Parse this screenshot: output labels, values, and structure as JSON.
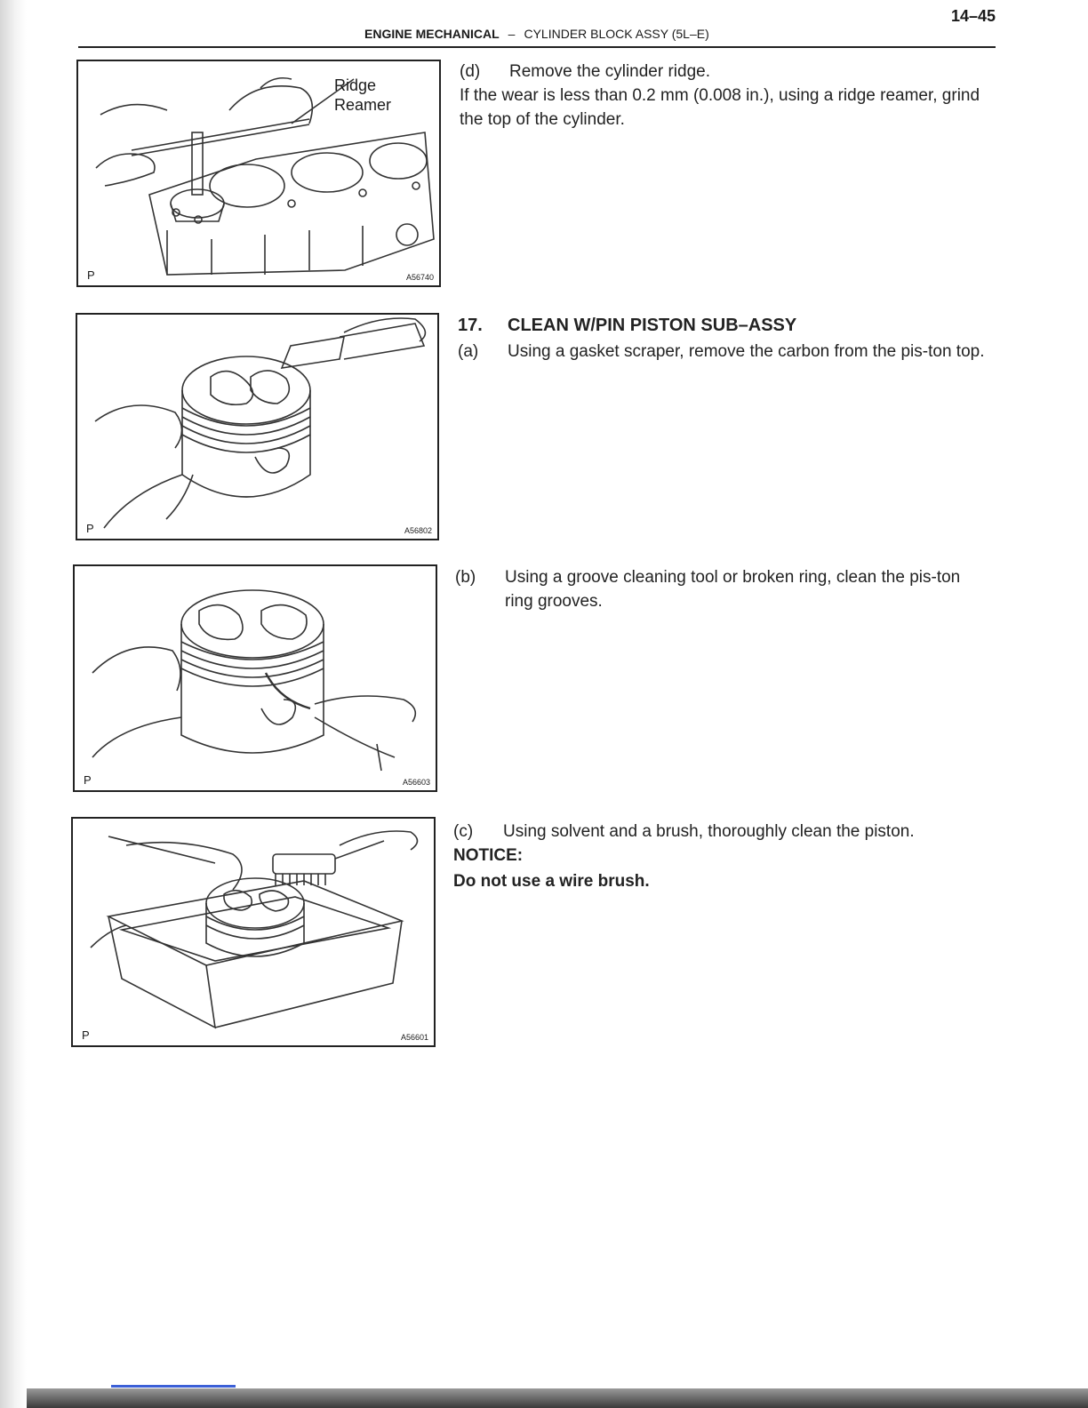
{
  "page_number": "14–45",
  "header": {
    "section": "ENGINE MECHANICAL",
    "separator": "–",
    "subsection": "CYLINDER BLOCK ASSY (5L–E)"
  },
  "figures": [
    {
      "label": "Ridge\nReamer",
      "p": "P",
      "code": "A56740"
    },
    {
      "p": "P",
      "code": "A56802"
    },
    {
      "p": "P",
      "code": "A56603"
    },
    {
      "p": "P",
      "code": "A56601"
    }
  ],
  "step_d": {
    "label": "(d)",
    "title": "Remove the cylinder ridge.",
    "body": "If the wear is less than 0.2 mm (0.008 in.), using a ridge reamer, grind the top of the cylinder."
  },
  "section17": {
    "number": "17.",
    "title": "CLEAN W/PIN PISTON SUB–ASSY"
  },
  "step_a": {
    "label": "(a)",
    "text": "Using a gasket scraper, remove the carbon from the pis-ton top."
  },
  "step_b": {
    "label": "(b)",
    "text": "Using a groove cleaning tool or broken ring, clean the pis-ton ring grooves."
  },
  "step_c": {
    "label": "(c)",
    "text": "Using solvent and a brush, thoroughly clean the piston.",
    "notice_title": "NOTICE:",
    "notice_body": "Do not use a wire brush."
  }
}
